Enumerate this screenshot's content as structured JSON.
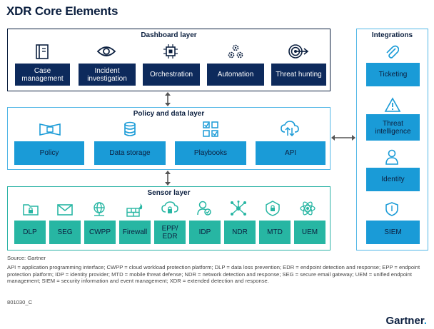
{
  "title": "XDR Core Elements",
  "dashboard": {
    "title": "Dashboard layer",
    "items": [
      "Case management",
      "Incident investigation",
      "Orchestration",
      "Automation",
      "Threat hunting"
    ]
  },
  "policy": {
    "title": "Policy and data layer",
    "items": [
      "Policy",
      "Data storage",
      "Playbooks",
      "API"
    ]
  },
  "sensor": {
    "title": "Sensor layer",
    "items": [
      "DLP",
      "SEG",
      "CWPP",
      "Firewall",
      "EPP/ EDR",
      "IDP",
      "NDR",
      "MTD",
      "UEM"
    ]
  },
  "integrations": {
    "title": "Integrations",
    "items": [
      "Ticketing",
      "Threat intelligence",
      "Identity",
      "SIEM"
    ]
  },
  "footer": {
    "source": "Source: Gartner",
    "definitions": "API = application programming interface; CWPP = cloud workload protection platform; DLP = data loss prevention; EDR = endpoint detection and response; EPP = endpoint protection platform; IDP = identity provider; MTD = mobile threat defense; NDR = network detection and response; SEG = secure email gateway; UEM = unified endpoint management; SIEM = security information and event management; XDR = extended detection and response.",
    "code": "801030_C",
    "logo": "Gartner"
  },
  "colors": {
    "navy": "#0d2a5c",
    "blue": "#1a9bd7",
    "teal": "#27b6a3",
    "dark_text": "#0b1f3f"
  }
}
